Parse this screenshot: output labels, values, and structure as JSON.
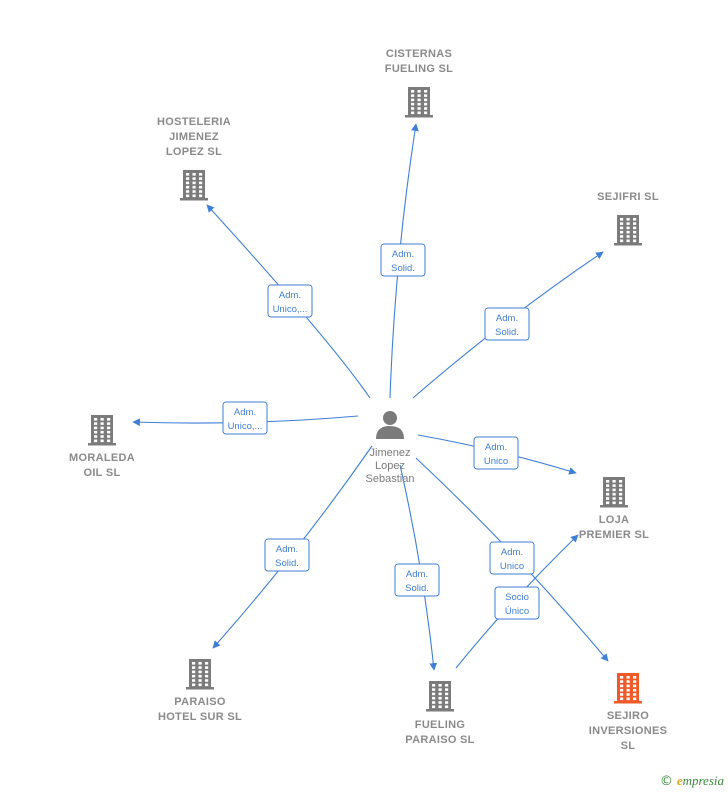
{
  "center": {
    "label": [
      "Jimenez",
      "Lopez",
      "Sebastian"
    ]
  },
  "companies": [
    {
      "id": "cisternas",
      "label": [
        "CISTERNAS",
        "FUELING  SL"
      ],
      "highlight": false
    },
    {
      "id": "hosteleria",
      "label": [
        "HOSTELERIA",
        "JIMENEZ",
        "LOPEZ SL"
      ],
      "highlight": false
    },
    {
      "id": "sejifri",
      "label": [
        "SEJIFRI  SL"
      ],
      "highlight": false
    },
    {
      "id": "moraleda",
      "label": [
        "MORALEDA",
        "OIL  SL"
      ],
      "highlight": false
    },
    {
      "id": "loja",
      "label": [
        "LOJA",
        "PREMIER  SL"
      ],
      "highlight": false
    },
    {
      "id": "paraiso_hotel",
      "label": [
        "PARAISO",
        "HOTEL SUR SL"
      ],
      "highlight": false
    },
    {
      "id": "fueling_paraiso",
      "label": [
        "FUELING",
        "PARAISO  SL"
      ],
      "highlight": false
    },
    {
      "id": "sejiro",
      "label": [
        "SEJIRO",
        "INVERSIONES",
        "SL"
      ],
      "highlight": true
    }
  ],
  "relations": [
    {
      "from": "center",
      "to": "cisternas",
      "label": [
        "Adm.",
        "Solid."
      ]
    },
    {
      "from": "center",
      "to": "hosteleria",
      "label": [
        "Adm.",
        "Unico,..."
      ]
    },
    {
      "from": "center",
      "to": "sejifri",
      "label": [
        "Adm.",
        "Solid."
      ]
    },
    {
      "from": "center",
      "to": "moraleda",
      "label": [
        "Adm.",
        "Unico,..."
      ]
    },
    {
      "from": "center",
      "to": "loja",
      "label": [
        "Adm.",
        "Unico"
      ]
    },
    {
      "from": "center",
      "to": "paraiso_hotel",
      "label": [
        "Adm.",
        "Solid."
      ]
    },
    {
      "from": "center",
      "to": "fueling_paraiso",
      "label": [
        "Adm.",
        "Solid."
      ]
    },
    {
      "from": "center",
      "to": "sejiro",
      "label": [
        "Adm.",
        "Unico"
      ]
    },
    {
      "from": "fueling_paraiso",
      "to": "loja",
      "label": [
        "Socio",
        "Único"
      ]
    }
  ],
  "colors": {
    "edge": "#3f7fd6",
    "building": "#7b7b7b",
    "building_highlight": "#f05a28",
    "person": "#7b7b7b"
  },
  "footer": {
    "copyright": "©",
    "brand_initial": "e",
    "brand_rest": "mpresia"
  }
}
